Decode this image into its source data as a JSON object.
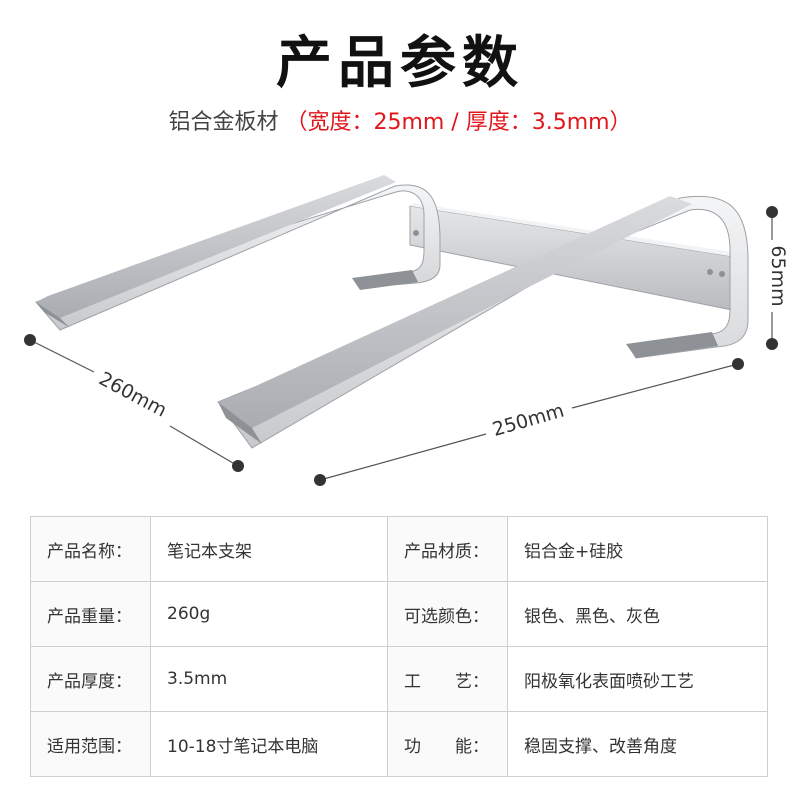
{
  "header": {
    "title": "产品参数",
    "material": "铝合金板材",
    "spec": "（宽度：25mm / 厚度：3.5mm）"
  },
  "dimensions": {
    "depth": "260mm",
    "width": "250mm",
    "height": "65mm"
  },
  "specs": [
    {
      "label1": "产品名称：",
      "value1": "笔记本支架",
      "label2": "产品材质：",
      "value2": "铝合金+硅胶"
    },
    {
      "label1": "产品重量：",
      "value1": "260g",
      "label2": "可选颜色：",
      "value2": "银色、黑色、灰色"
    },
    {
      "label1": "产品厚度：",
      "value1": "3.5mm",
      "label2": "工　　艺：",
      "value2": "阳极氧化表面喷砂工艺"
    },
    {
      "label1": "适用范围：",
      "value1": "10-18寸笔记本电脑",
      "label2": "功　　能：",
      "value2": "稳固支撑、改善角度"
    }
  ],
  "colors": {
    "accent": "#e0161b",
    "metal": "#b9bcc1"
  }
}
